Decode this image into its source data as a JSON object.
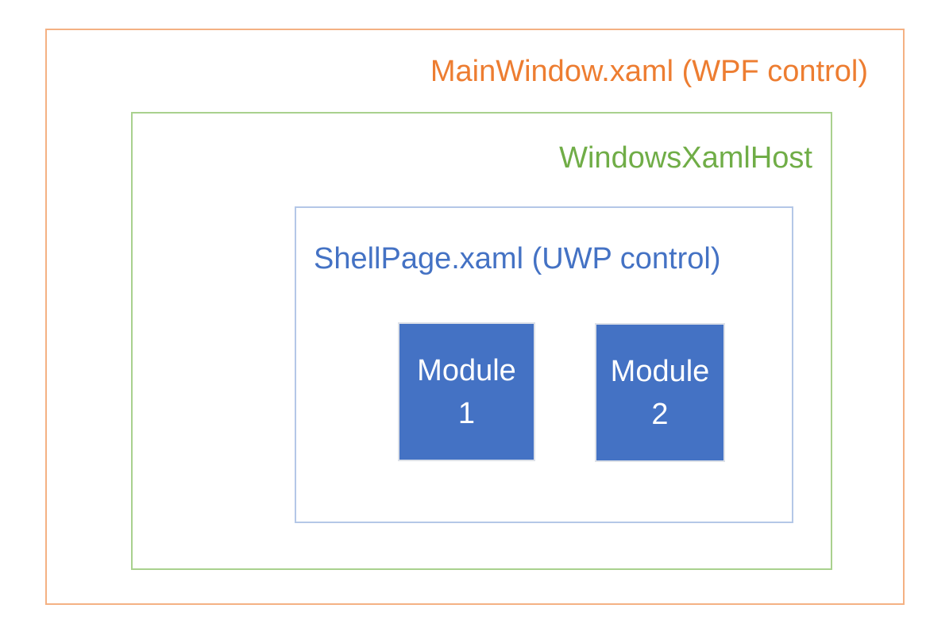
{
  "diagram": {
    "outer_box": {
      "label": "MainWindow.xaml (WPF control)",
      "text_color": "#ED7D31",
      "border_color": "#F4B183"
    },
    "host_box": {
      "label": "WindowsXamlHost",
      "text_color": "#70AD47",
      "border_color": "#A9D18E"
    },
    "shell_box": {
      "label": "ShellPage.xaml (UWP control)",
      "text_color": "#4472C4",
      "border_color": "#B4C7E7"
    },
    "modules": [
      {
        "line1": "Module",
        "line2": "1"
      },
      {
        "line1": "Module",
        "line2": "2"
      }
    ],
    "module_style": {
      "fill_color": "#4472C4",
      "border_color": "#DDE1E8",
      "text_color": "#FFFFFF"
    },
    "background_color": "#FFFFFF"
  }
}
